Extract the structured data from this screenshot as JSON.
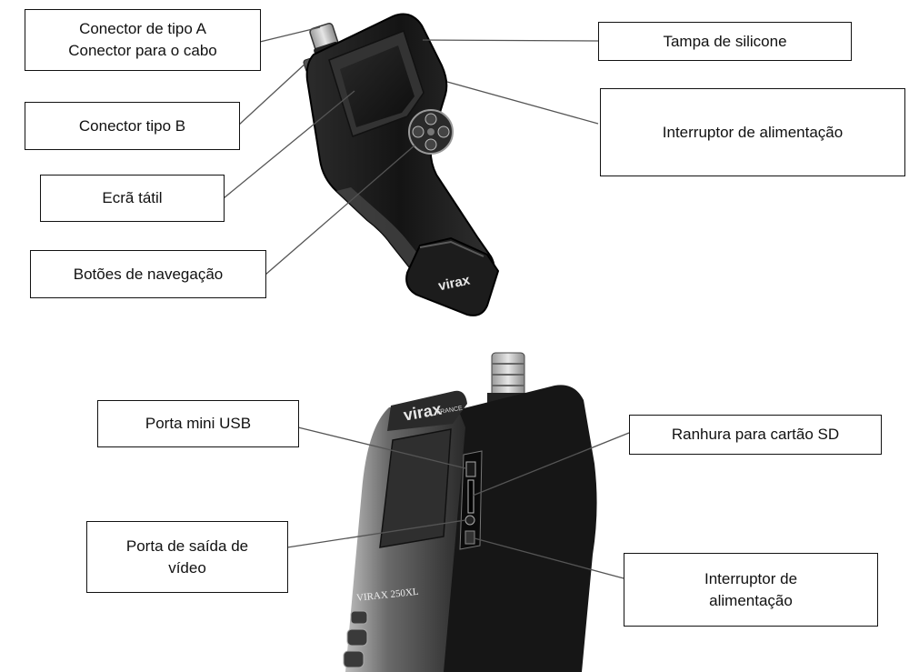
{
  "labels": {
    "connector_a": [
      "Conector de tipo A",
      "Conector para o cabo"
    ],
    "connector_b": "Conector tipo B",
    "touchscreen": "Ecrã tátil",
    "nav_buttons": "Botões de navegação",
    "silicone_cover": "Tampa de silicone",
    "power_switch_top": "Interruptor de alimentação",
    "mini_usb": "Porta mini USB",
    "video_out": [
      "Porta de saída de",
      "vídeo"
    ],
    "sd_slot": "Ranhura para cartão SD",
    "power_switch_bottom": [
      "Interruptor de",
      "alimentação"
    ]
  },
  "device": {
    "brand_logo": "virax",
    "brand_suffix": "FRANCE",
    "model_text": "VIRAX 250XL"
  },
  "colors": {
    "device_body": "#1a1a1a",
    "screen": "#1e1e1e",
    "leader_line": "#555555",
    "label_border": "#111111"
  }
}
